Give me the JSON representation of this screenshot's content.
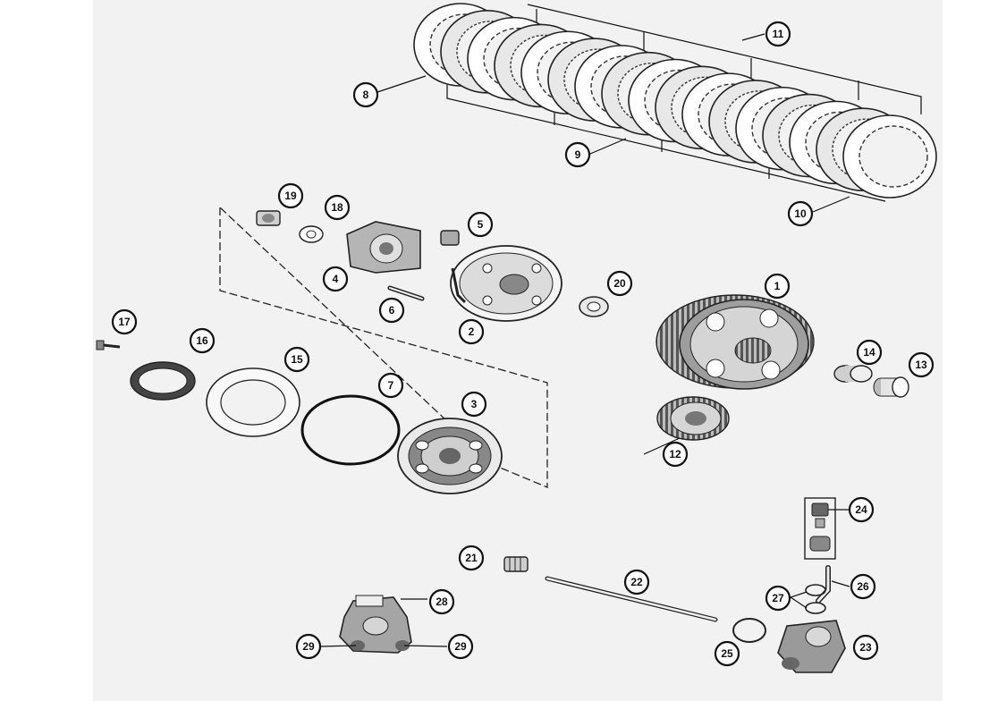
{
  "colors": {
    "background": "#ffffff",
    "panel": "#f2f2f2",
    "ink": "#111111",
    "part_fill": "#9a9a9a"
  },
  "callouts": [
    "1",
    "2",
    "3",
    "4",
    "5",
    "6",
    "7",
    "8",
    "9",
    "10",
    "11",
    "12",
    "13",
    "14",
    "15",
    "16",
    "17",
    "18",
    "19",
    "20",
    "21",
    "22",
    "23",
    "24",
    "25",
    "26",
    "27",
    "28",
    "29"
  ]
}
